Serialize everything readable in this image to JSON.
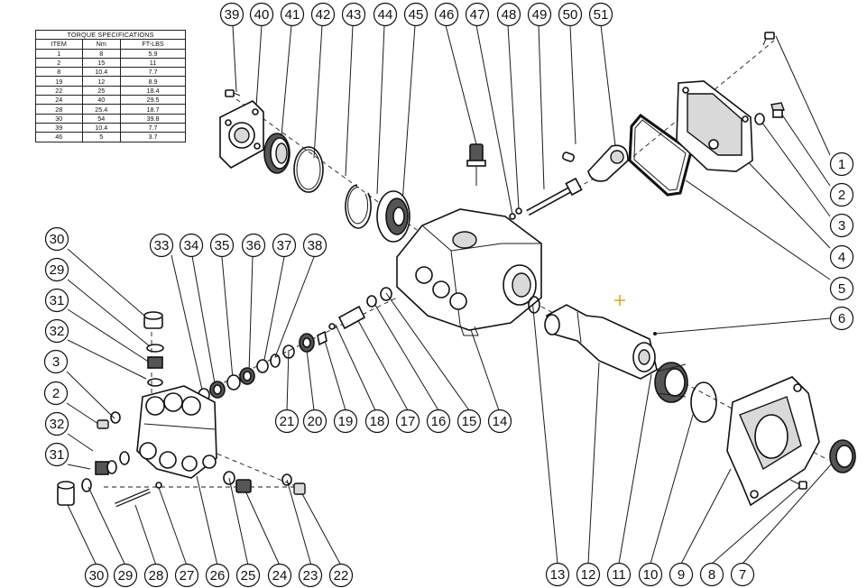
{
  "torque_table": {
    "title": "TORQUE SPECIFICATIONS",
    "headers": [
      "ITEM",
      "Nm",
      "FT-LBS"
    ],
    "rows": [
      [
        "1",
        "8",
        "5.9"
      ],
      [
        "2",
        "15",
        "11"
      ],
      [
        "8",
        "10.4",
        "7.7"
      ],
      [
        "19",
        "12",
        "8.9"
      ],
      [
        "22",
        "25",
        "18.4"
      ],
      [
        "24",
        "40",
        "29.5"
      ],
      [
        "28",
        "25.4",
        "18.7"
      ],
      [
        "30",
        "54",
        "39.8"
      ],
      [
        "39",
        "10.4",
        "7.7"
      ],
      [
        "46",
        "5",
        "3.7"
      ]
    ]
  },
  "balloons": {
    "top_row": [
      "39",
      "40",
      "41",
      "42",
      "43",
      "44",
      "45",
      "46",
      "47",
      "48",
      "49",
      "50",
      "51"
    ],
    "right_column": [
      "1",
      "2",
      "3",
      "4",
      "5",
      "6"
    ],
    "middle_row": [
      "33",
      "34",
      "35",
      "36",
      "37",
      "38"
    ],
    "middle_lower_row": [
      "21",
      "20",
      "19",
      "18",
      "17",
      "16",
      "15",
      "14"
    ],
    "left_column": [
      "30",
      "29",
      "31",
      "32",
      "3",
      "2",
      "32",
      "31"
    ],
    "bottom_left_row": [
      "30",
      "29",
      "28",
      "27",
      "26",
      "25",
      "24",
      "23",
      "22"
    ],
    "bottom_right_row": [
      "13",
      "12",
      "11",
      "10",
      "9",
      "8",
      "7"
    ]
  },
  "colors": {
    "ink": "#111111",
    "center_marker": "#e0a400"
  }
}
